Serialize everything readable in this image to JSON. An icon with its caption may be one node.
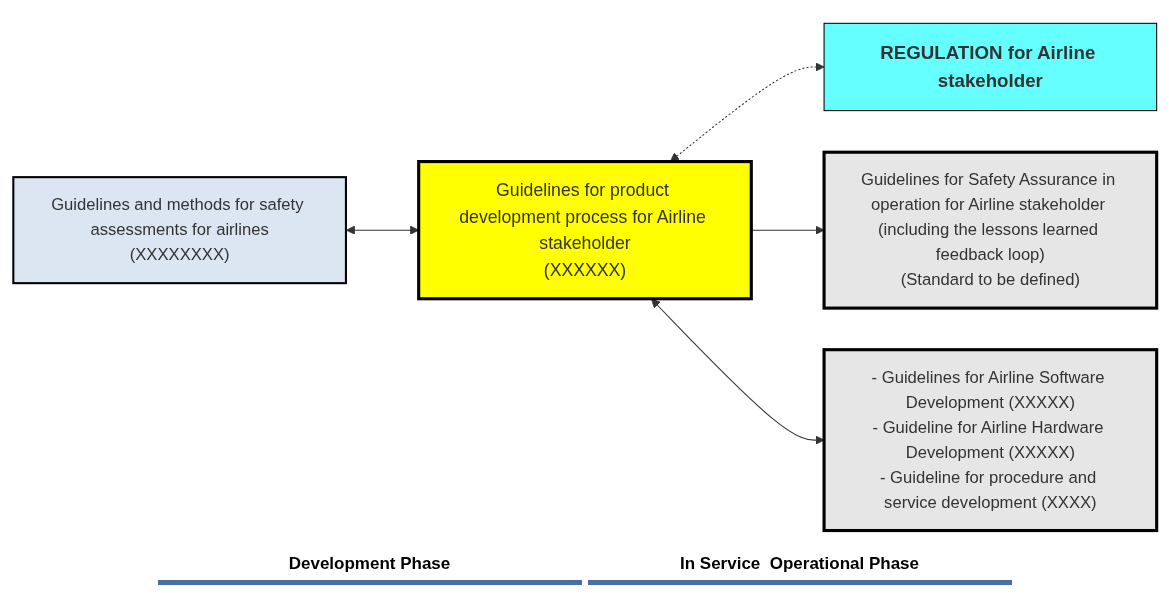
{
  "diagram": {
    "nodes": [
      {
        "text": [
          "Guidelines and methods for safety assessments for airlines",
          "(XXXXXXXX)"
        ]
      },
      {
        "text": [
          "REGULATION for Airline stakeholder"
        ]
      },
      {
        "text": [
          "Guidelines for product development process for Airline stakeholder",
          "(XXXXXX)"
        ]
      },
      {
        "text": [
          "Guidelines for Safety Assurance in operation for Airline stakeholder (including the lessons learned feedback loop)",
          "(Standard to be defined)"
        ]
      },
      {
        "text": [
          "- Guidelines for Airline Software Development (XXXXX)",
          "- Guideline for Airline Hardware Development (XXXXX)",
          "- Guideline for procedure and service development (XXXX)"
        ]
      }
    ],
    "edges": [
      {
        "from": 0,
        "to": 2,
        "arrow": "both"
      },
      {
        "from": 2,
        "to": 1,
        "arrow": "both",
        "style": "dashed"
      },
      {
        "from": 2,
        "to": 3,
        "arrow": "to"
      },
      {
        "from": 2,
        "to": 4,
        "arrow": "both"
      }
    ],
    "labels": [
      "Development Phase",
      "In Service  Operational Phase"
    ]
  }
}
